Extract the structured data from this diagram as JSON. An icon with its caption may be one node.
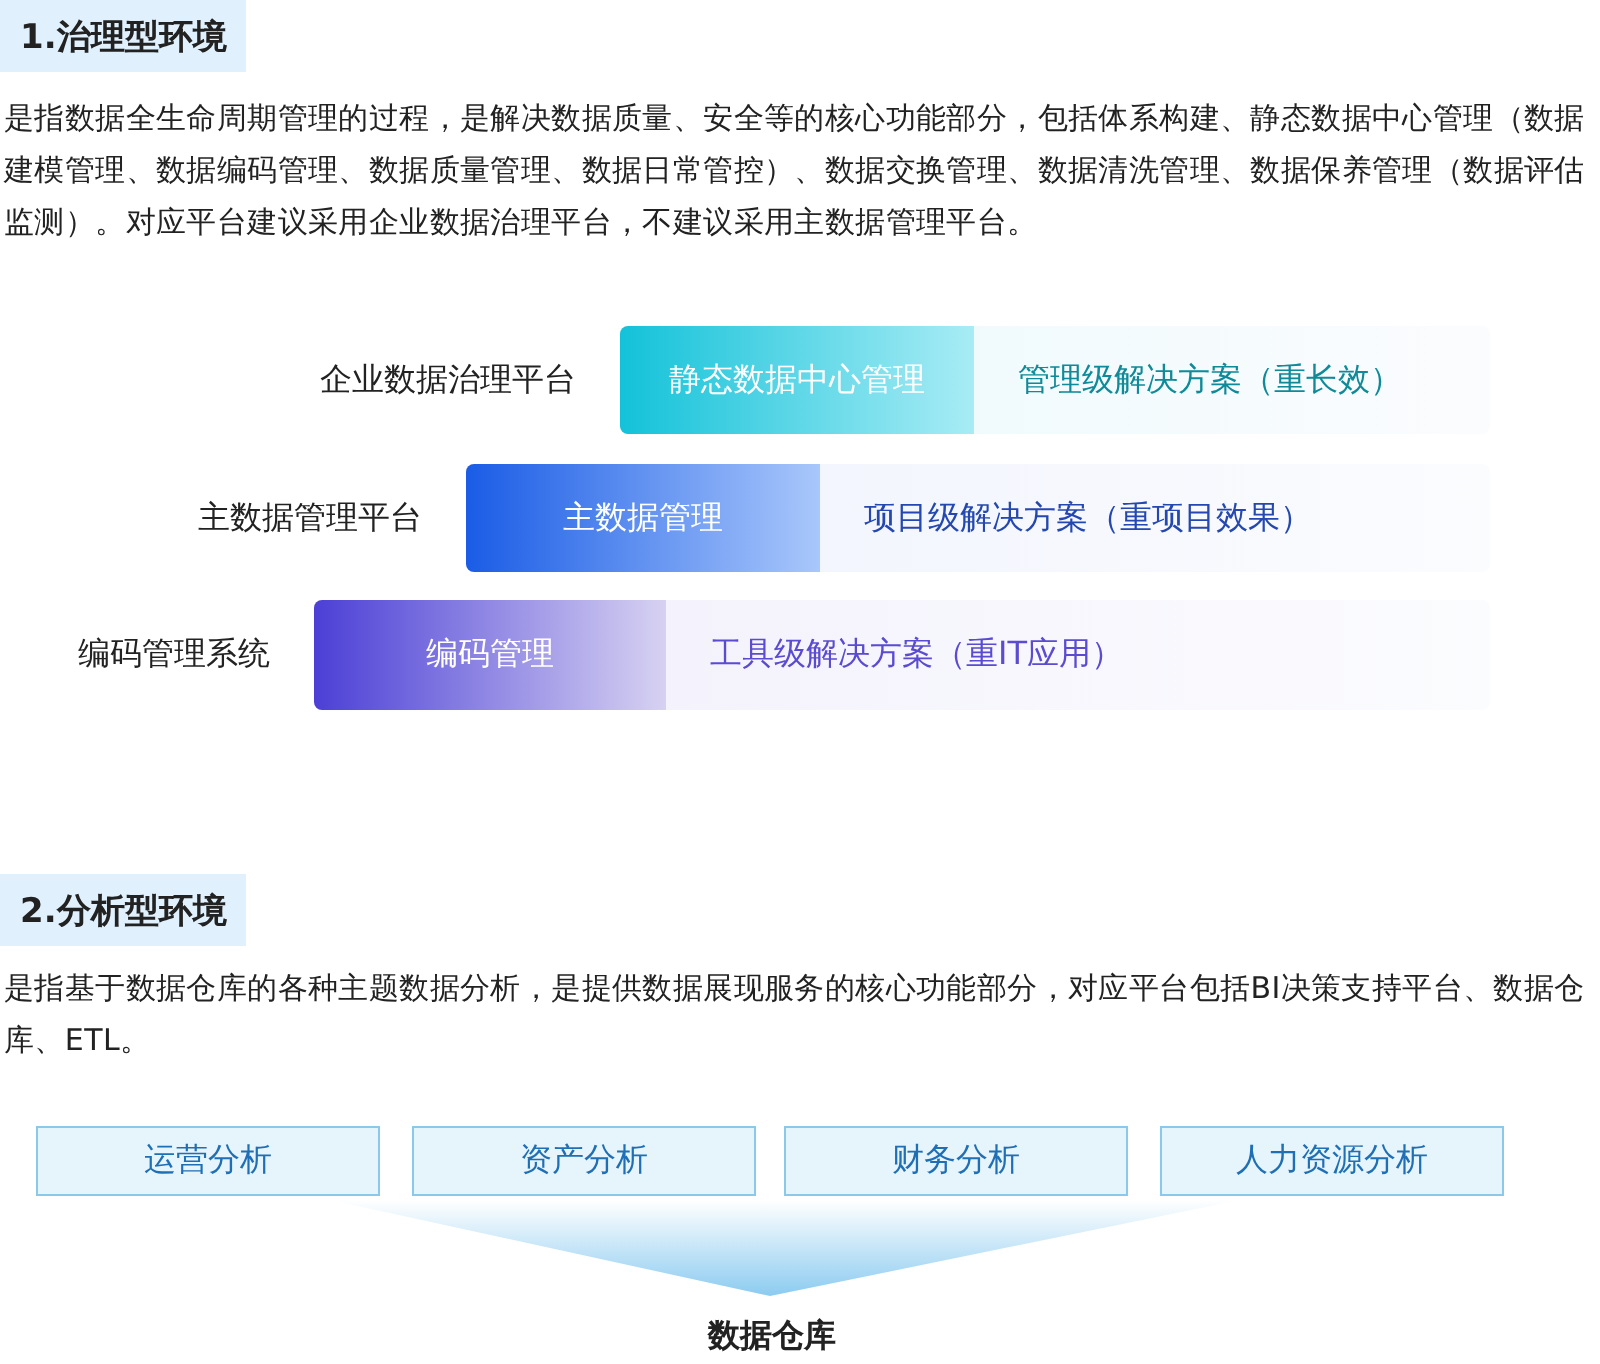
{
  "diagram": {
    "nodes": [
      {
        "text": [
          "1.治理型环境"
        ]
      },
      {
        "text": [
          "静态数据中心管理",
          "管理级解决方案（重长效）"
        ],
        "beside": [
          "企业数据治理平台"
        ]
      },
      {
        "text": [
          "主数据管理",
          "项目级解决方案（重项目效果）"
        ],
        "beside": [
          "主数据管理平台"
        ]
      },
      {
        "text": [
          "编码管理",
          "工具级解决方案（重IT应用）"
        ],
        "beside": [
          "编码管理系统"
        ]
      },
      {
        "text": [
          "2.分析型环境"
        ]
      },
      {
        "text": [
          "运营分析"
        ]
      },
      {
        "text": [
          "资产分析"
        ]
      },
      {
        "text": [
          "财务分析"
        ]
      },
      {
        "text": [
          "人力资源分析"
        ]
      },
      {
        "text": [],
        "shape": "funnel"
      }
    ],
    "edges": [],
    "labels": [
      "是指数据全生命周期管理的过程，是解决数据质量、安全等的核心功能部分，包括体系构建、静态数据中心管理（数据建模管理、数据编码管理、数据质量管理、数据日常管控）、数据交换管理、数据清洗管理、数据保养管理（数据评估监测）。对应平台建议采用企业数据治理平台，不建议采用主数据管理平台。",
      "是指基于数据仓库的各种主题数据分析，是提供数据展现服务的核心功能部分，对应平台包括BI决策支持平台、数据仓库、ETL。",
      "数据仓库"
    ]
  }
}
